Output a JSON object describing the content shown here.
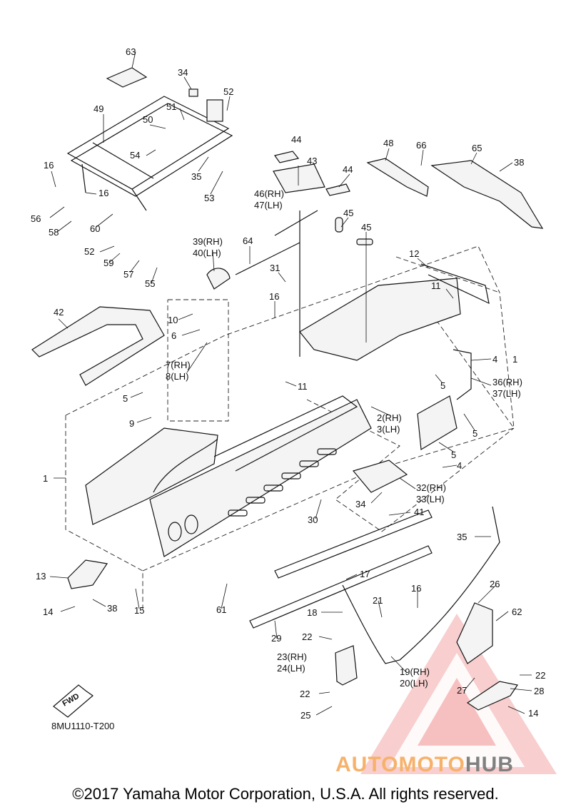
{
  "diagram": {
    "code": "8MU1110-T200",
    "fwd_label": "FWD",
    "copyright": "©2017 Yamaha Motor Corporation, U.S.A. All rights reserved.",
    "watermark": {
      "part1": "AUTOMOTO",
      "part2": "HUB",
      "color_primary": "#f6b26b",
      "color_secondary": "#808080",
      "triangle_color": "#e65a5a"
    },
    "labels": {
      "l1a": "1",
      "l1b": "1",
      "l2": "2(RH)",
      "l3": "3(LH)",
      "l4a": "4",
      "l4b": "4",
      "l5a": "5",
      "l5b": "5",
      "l5c": "5",
      "l5d": "5",
      "l6": "6",
      "l7": "7(RH)",
      "l8": "8(LH)",
      "l9": "9",
      "l10": "10",
      "l11a": "11",
      "l11b": "11",
      "l12": "12",
      "l13": "13",
      "l14a": "14",
      "l14b": "14",
      "l15": "15",
      "l16a": "16",
      "l16b": "16",
      "l16c": "16",
      "l16d": "16",
      "l17": "17",
      "l18": "18",
      "l19": "19(RH)",
      "l20": "20(LH)",
      "l21": "21",
      "l22a": "22",
      "l22b": "22",
      "l22c": "22",
      "l23": "23(RH)",
      "l24": "24(LH)",
      "l25": "25",
      "l26": "26",
      "l27": "27",
      "l28": "28",
      "l29": "29",
      "l30": "30",
      "l31": "31",
      "l32": "32(RH)",
      "l33": "33(LH)",
      "l34a": "34",
      "l34b": "34",
      "l35a": "35",
      "l35b": "35",
      "l36": "36(RH)",
      "l37": "37(LH)",
      "l38a": "38",
      "l38b": "38",
      "l39": "39(RH)",
      "l40": "40(LH)",
      "l41": "41",
      "l42": "42",
      "l43": "43",
      "l44a": "44",
      "l44b": "44",
      "l45a": "45",
      "l45b": "45",
      "l46": "46(RH)",
      "l47": "47(LH)",
      "l48": "48",
      "l49": "49",
      "l50": "50",
      "l51": "51",
      "l52a": "52",
      "l52b": "52",
      "l53": "53",
      "l54": "54",
      "l55": "55",
      "l56": "56",
      "l57": "57",
      "l58": "58",
      "l59": "59",
      "l60": "60",
      "l61": "61",
      "l62": "62",
      "l63": "63",
      "l64": "64",
      "l65": "65",
      "l66": "66"
    }
  }
}
